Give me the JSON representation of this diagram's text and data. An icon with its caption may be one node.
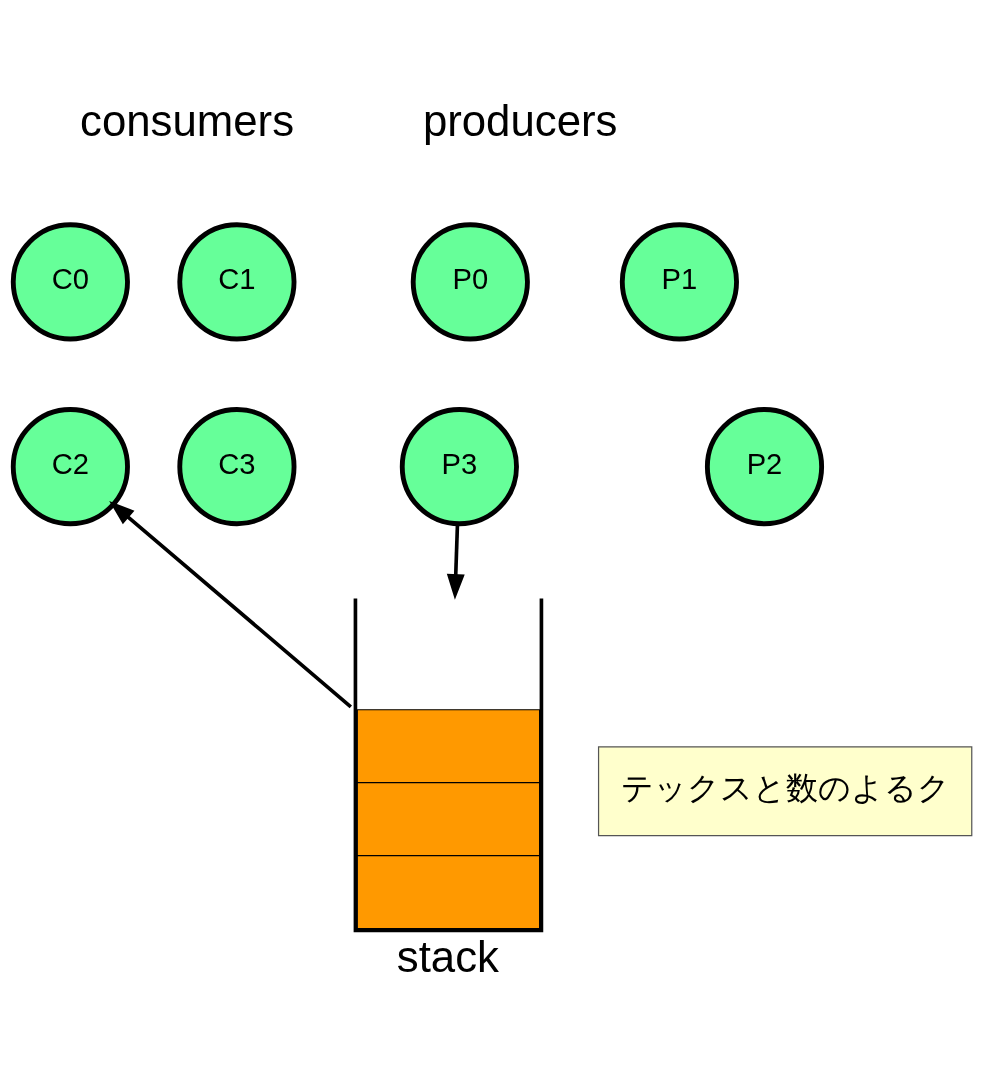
{
  "diagram": {
    "nodes": [
      {
        "text": [
          "P0"
        ]
      },
      {
        "text": [
          "P1"
        ]
      },
      {
        "text": [
          "P2"
        ]
      },
      {
        "text": [
          "P3"
        ]
      },
      {
        "text": [
          "C0"
        ]
      },
      {
        "text": [
          "C1"
        ]
      },
      {
        "text": [
          "C2"
        ]
      },
      {
        "text": [
          "C3"
        ]
      },
      {
        "text": [],
        "shape": "box",
        "beside": [
          "stack"
        ]
      },
      {
        "text": [
          "テックスと数のよるク"
        ]
      }
    ],
    "edges": [
      {
        "from": 3,
        "to": 8,
        "arrow": "to"
      },
      {
        "from": 8,
        "to": 6,
        "arrow": "to"
      }
    ],
    "labels": [
      "producers",
      "consumers"
    ]
  }
}
